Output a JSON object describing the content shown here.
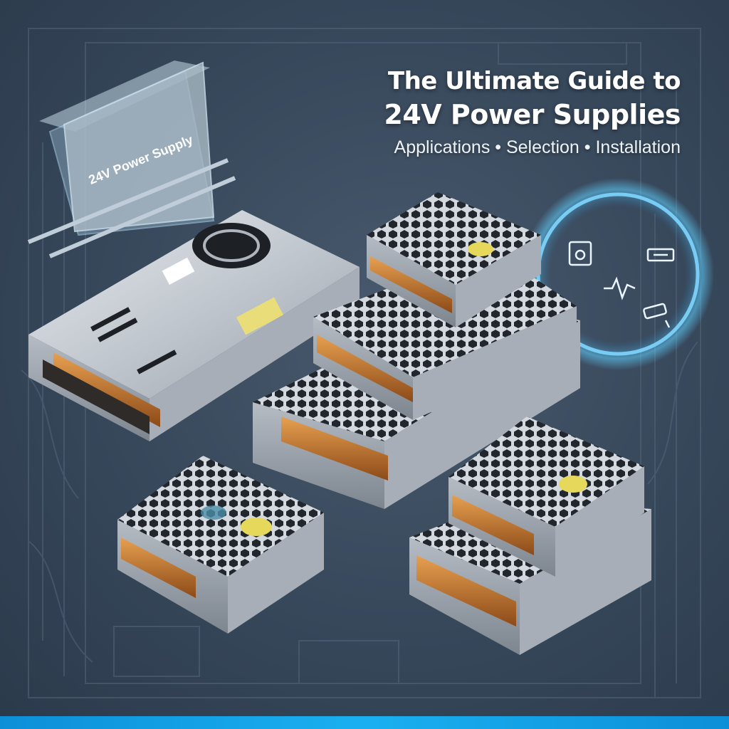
{
  "headline": {
    "line1": "The Ultimate Guide to",
    "line2": "24V Power Supplies",
    "subtitle": "Applications • Selection • Installation"
  },
  "hologram_label": "24V Power Supply",
  "colors": {
    "background": "#36475a",
    "accent_blue": "#1ab0f0",
    "terminal_orange": "#c8742a",
    "chassis_silver": "#c9ced4",
    "ring_glow": "#5fd0ff"
  },
  "icons": [
    "appliance-icon",
    "pcb-module-icon",
    "heartbeat-icon",
    "security-camera-icon"
  ]
}
